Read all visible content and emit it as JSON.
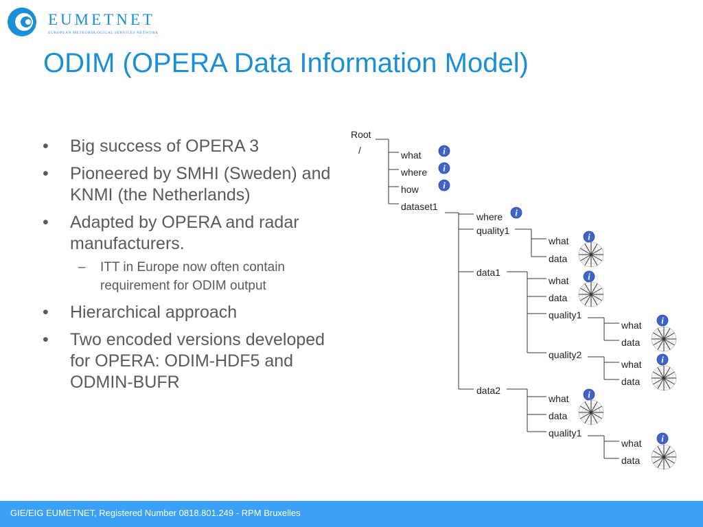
{
  "logo": {
    "name": "EUMETNET",
    "subtitle": "EUROPEAN METEOROLOGICAL SERVICES NETWORK",
    "color": "#1b8fd6"
  },
  "title": "ODIM (OPERA Data Information Model)",
  "bullets": [
    {
      "text": "Big success of OPERA 3"
    },
    {
      "text": "Pioneered by SMHI (Sweden) and KNMI (the Netherlands)"
    },
    {
      "text": "Adapted by OPERA and radar manufacturers.",
      "sub": [
        {
          "text": "ITT in Europe now often contain requirement for ODIM output"
        }
      ]
    },
    {
      "text": "Hierarchical approach"
    },
    {
      "text": "Two encoded versions developed for OPERA: ODIM-HDF5 and ODMIN-BUFR"
    }
  ],
  "bullet_marker": "•",
  "sub_marker": "–",
  "tree": {
    "root": "Root",
    "root_path": "/",
    "labels": {
      "what": "what",
      "where": "where",
      "how": "how",
      "data": "data",
      "dataset1": "dataset1",
      "quality1": "quality1",
      "quality2": "quality2",
      "data1": "data1",
      "data2": "data2"
    },
    "info_glyph": "i",
    "icons": [
      "info-icon",
      "radar-plot-icon"
    ]
  },
  "footer": {
    "text": "GIE/EIG EUMETNET, Registered Number 0818.801.249 - RPM Bruxelles",
    "color": "#3ba0f6"
  }
}
